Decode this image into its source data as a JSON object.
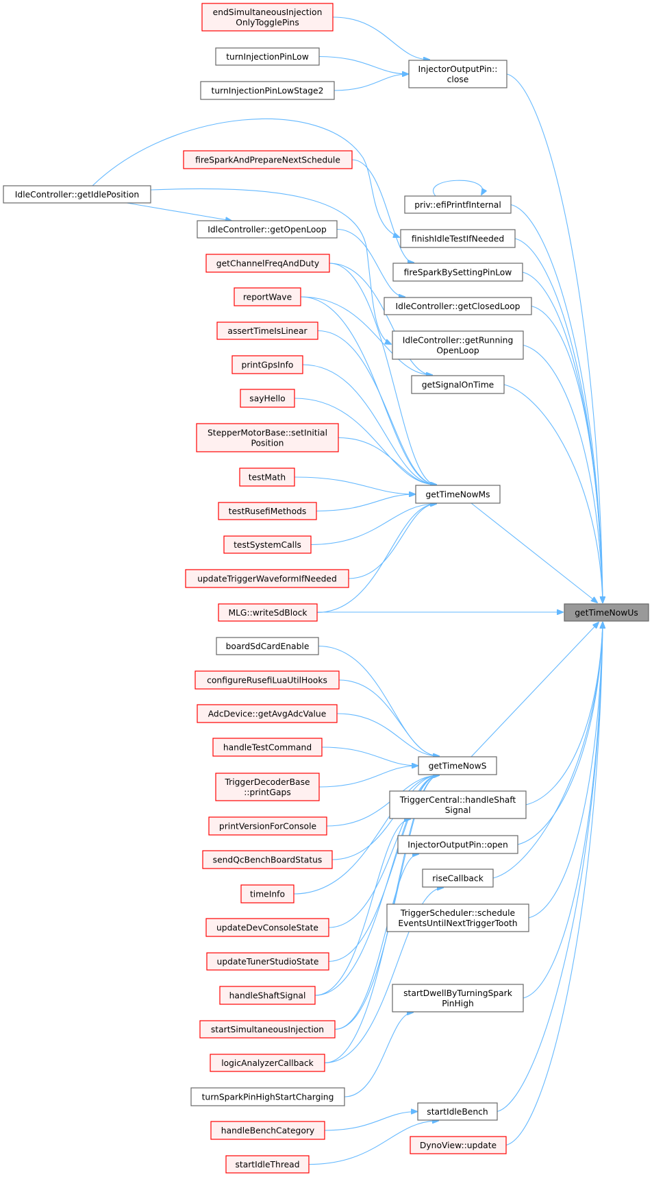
{
  "graph": {
    "title": "getTimeNowUs",
    "colors": {
      "edge": "#63B8FF",
      "red_border": "#FF0000",
      "red_fill": "#FFF0F0",
      "gray_border": "#666666",
      "focus_fill": "#999999"
    },
    "nodes": [
      {
        "id": "endSim",
        "lines": [
          "endSimultaneousInjection",
          "OnlyTogglePins"
        ],
        "style": "red"
      },
      {
        "id": "tipLow",
        "lines": [
          "turnInjectionPinLow"
        ],
        "style": "gray"
      },
      {
        "id": "tipLow2",
        "lines": [
          "turnInjectionPinLowStage2"
        ],
        "style": "gray"
      },
      {
        "id": "close",
        "lines": [
          "InjectorOutputPin::",
          "close"
        ],
        "style": "gray"
      },
      {
        "id": "fireSparkAnd",
        "lines": [
          "fireSparkAndPrepareNextSchedule"
        ],
        "style": "red"
      },
      {
        "id": "idlePos",
        "lines": [
          "IdleController::getIdlePosition"
        ],
        "style": "gray"
      },
      {
        "id": "priv",
        "lines": [
          "priv::efiPrintfInternal"
        ],
        "style": "gray"
      },
      {
        "id": "openLoop",
        "lines": [
          "IdleController::getOpenLoop"
        ],
        "style": "gray"
      },
      {
        "id": "finishIdle",
        "lines": [
          "finishIdleTestIfNeeded"
        ],
        "style": "gray"
      },
      {
        "id": "chanFreq",
        "lines": [
          "getChannelFreqAndDuty"
        ],
        "style": "red"
      },
      {
        "id": "fireSparkBy",
        "lines": [
          "fireSparkBySettingPinLow"
        ],
        "style": "gray"
      },
      {
        "id": "reportWave",
        "lines": [
          "reportWave"
        ],
        "style": "red"
      },
      {
        "id": "closedLoop",
        "lines": [
          "IdleController::getClosedLoop"
        ],
        "style": "gray"
      },
      {
        "id": "assertTime",
        "lines": [
          "assertTimeIsLinear"
        ],
        "style": "red"
      },
      {
        "id": "runningOpen",
        "lines": [
          "IdleController::getRunning",
          "OpenLoop"
        ],
        "style": "gray"
      },
      {
        "id": "gps",
        "lines": [
          "printGpsInfo"
        ],
        "style": "red"
      },
      {
        "id": "signalOn",
        "lines": [
          "getSignalOnTime"
        ],
        "style": "gray"
      },
      {
        "id": "sayHello",
        "lines": [
          "sayHello"
        ],
        "style": "red"
      },
      {
        "id": "stepper",
        "lines": [
          "StepperMotorBase::setInitial",
          "Position"
        ],
        "style": "red"
      },
      {
        "id": "testMath",
        "lines": [
          "testMath"
        ],
        "style": "red"
      },
      {
        "id": "ms",
        "lines": [
          "getTimeNowMs"
        ],
        "style": "gray"
      },
      {
        "id": "testRusefi",
        "lines": [
          "testRusefiMethods"
        ],
        "style": "red"
      },
      {
        "id": "testSys",
        "lines": [
          "testSystemCalls"
        ],
        "style": "red"
      },
      {
        "id": "updTrig",
        "lines": [
          "updateTriggerWaveformIfNeeded"
        ],
        "style": "red"
      },
      {
        "id": "mlg",
        "lines": [
          "MLG::writeSdBlock"
        ],
        "style": "red"
      },
      {
        "id": "us",
        "lines": [
          "getTimeNowUs"
        ],
        "style": "focus"
      },
      {
        "id": "boardSd",
        "lines": [
          "boardSdCardEnable"
        ],
        "style": "gray"
      },
      {
        "id": "lua",
        "lines": [
          "configureRusefiLuaUtilHooks"
        ],
        "style": "red"
      },
      {
        "id": "adc",
        "lines": [
          "AdcDevice::getAvgAdcValue"
        ],
        "style": "red"
      },
      {
        "id": "handleTest",
        "lines": [
          "handleTestCommand"
        ],
        "style": "red"
      },
      {
        "id": "s",
        "lines": [
          "getTimeNowS"
        ],
        "style": "gray"
      },
      {
        "id": "printGaps",
        "lines": [
          "TriggerDecoderBase",
          "::printGaps"
        ],
        "style": "red"
      },
      {
        "id": "trigCentral",
        "lines": [
          "TriggerCentral::handleShaft",
          "Signal"
        ],
        "style": "gray"
      },
      {
        "id": "printVer",
        "lines": [
          "printVersionForConsole"
        ],
        "style": "red"
      },
      {
        "id": "injOpen",
        "lines": [
          "InjectorOutputPin::open"
        ],
        "style": "gray"
      },
      {
        "id": "sendQc",
        "lines": [
          "sendQcBenchBoardStatus"
        ],
        "style": "red"
      },
      {
        "id": "rise",
        "lines": [
          "riseCallback"
        ],
        "style": "gray"
      },
      {
        "id": "timeInfo",
        "lines": [
          "timeInfo"
        ],
        "style": "red"
      },
      {
        "id": "trigSched",
        "lines": [
          "TriggerScheduler::schedule",
          "EventsUntilNextTriggerTooth"
        ],
        "style": "gray"
      },
      {
        "id": "devConsole",
        "lines": [
          "updateDevConsoleState"
        ],
        "style": "red"
      },
      {
        "id": "tuner",
        "lines": [
          "updateTunerStudioState"
        ],
        "style": "red"
      },
      {
        "id": "dwell",
        "lines": [
          "startDwellByTurningSpark",
          "PinHigh"
        ],
        "style": "gray"
      },
      {
        "id": "handleShaft",
        "lines": [
          "handleShaftSignal"
        ],
        "style": "red"
      },
      {
        "id": "startSim",
        "lines": [
          "startSimultaneousInjection"
        ],
        "style": "red"
      },
      {
        "id": "logic",
        "lines": [
          "logicAnalyzerCallback"
        ],
        "style": "red"
      },
      {
        "id": "turnSpark",
        "lines": [
          "turnSparkPinHighStartCharging"
        ],
        "style": "gray"
      },
      {
        "id": "idleBench",
        "lines": [
          "startIdleBench"
        ],
        "style": "gray"
      },
      {
        "id": "benchCat",
        "lines": [
          "handleBenchCategory"
        ],
        "style": "red"
      },
      {
        "id": "dyno",
        "lines": [
          "DynoView::update"
        ],
        "style": "red"
      },
      {
        "id": "idleThread",
        "lines": [
          "startIdleThread"
        ],
        "style": "red"
      }
    ],
    "edges": [
      [
        "endSim",
        "close"
      ],
      [
        "tipLow",
        "close"
      ],
      [
        "tipLow2",
        "close"
      ],
      [
        "idlePos",
        "finishIdle"
      ],
      [
        "idlePos",
        "runningOpen"
      ],
      [
        "idlePos",
        "openLoop"
      ],
      [
        "fireSparkAnd",
        "fireSparkBy"
      ],
      [
        "openLoop",
        "closedLoop"
      ],
      [
        "priv",
        "priv"
      ],
      [
        "chanFreq",
        "signalOn"
      ],
      [
        "reportWave",
        "signalOn"
      ],
      [
        "chanFreq",
        "ms"
      ],
      [
        "reportWave",
        "ms"
      ],
      [
        "assertTime",
        "ms"
      ],
      [
        "gps",
        "ms"
      ],
      [
        "sayHello",
        "ms"
      ],
      [
        "stepper",
        "ms"
      ],
      [
        "testMath",
        "ms"
      ],
      [
        "testRusefi",
        "ms"
      ],
      [
        "testSys",
        "ms"
      ],
      [
        "updTrig",
        "ms"
      ],
      [
        "mlg",
        "ms"
      ],
      [
        "close",
        "us"
      ],
      [
        "priv",
        "us"
      ],
      [
        "finishIdle",
        "us"
      ],
      [
        "fireSparkBy",
        "us"
      ],
      [
        "closedLoop",
        "us"
      ],
      [
        "runningOpen",
        "us"
      ],
      [
        "signalOn",
        "us"
      ],
      [
        "ms",
        "us"
      ],
      [
        "mlg",
        "us"
      ],
      [
        "s",
        "us"
      ],
      [
        "trigCentral",
        "us"
      ],
      [
        "injOpen",
        "us"
      ],
      [
        "rise",
        "us"
      ],
      [
        "trigSched",
        "us"
      ],
      [
        "dwell",
        "us"
      ],
      [
        "idleBench",
        "us"
      ],
      [
        "dyno",
        "us"
      ],
      [
        "boardSd",
        "s"
      ],
      [
        "lua",
        "s"
      ],
      [
        "adc",
        "s"
      ],
      [
        "handleTest",
        "s"
      ],
      [
        "printGaps",
        "s"
      ],
      [
        "printVer",
        "s"
      ],
      [
        "sendQc",
        "s"
      ],
      [
        "timeInfo",
        "s"
      ],
      [
        "devConsole",
        "s"
      ],
      [
        "tuner",
        "s"
      ],
      [
        "handleShaft",
        "s"
      ],
      [
        "startSim",
        "s"
      ],
      [
        "logic",
        "s"
      ],
      [
        "handleShaft",
        "trigCentral"
      ],
      [
        "startSim",
        "injOpen"
      ],
      [
        "logic",
        "rise"
      ],
      [
        "turnSpark",
        "dwell"
      ],
      [
        "benchCat",
        "idleBench"
      ],
      [
        "idleThread",
        "idleBench"
      ]
    ]
  }
}
